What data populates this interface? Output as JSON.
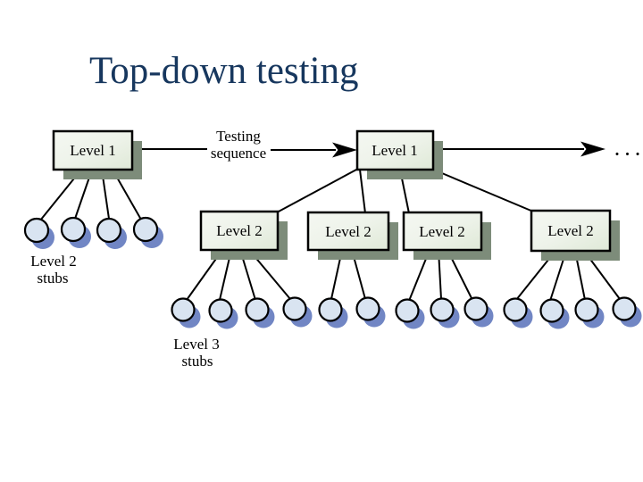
{
  "slide": {
    "title": "Top-down testing"
  },
  "diagram": {
    "sequence_label_line1": "Testing",
    "sequence_label_line2": "sequence",
    "ellipsis": ". . .",
    "left_root_label": "Level 1",
    "right_root_label": "Level 1",
    "level2_labels": [
      "Level 2",
      "Level 2",
      "Level 2",
      "Level 2"
    ],
    "level2_stubs_label_line1": "Level 2",
    "level2_stubs_label_line2": "stubs",
    "level3_stubs_label_line1": "Level 3",
    "level3_stubs_label_line2": "stubs",
    "colors": {
      "title_text": "#17375e",
      "box_fill_light": "#f5f8f2",
      "box_fill_dark": "#dfe9d7",
      "box_shadow": "#7d8c7a",
      "circle_fill": "#d9e4f1",
      "circle_shadow": "#7186c4",
      "line": "#000000"
    }
  }
}
